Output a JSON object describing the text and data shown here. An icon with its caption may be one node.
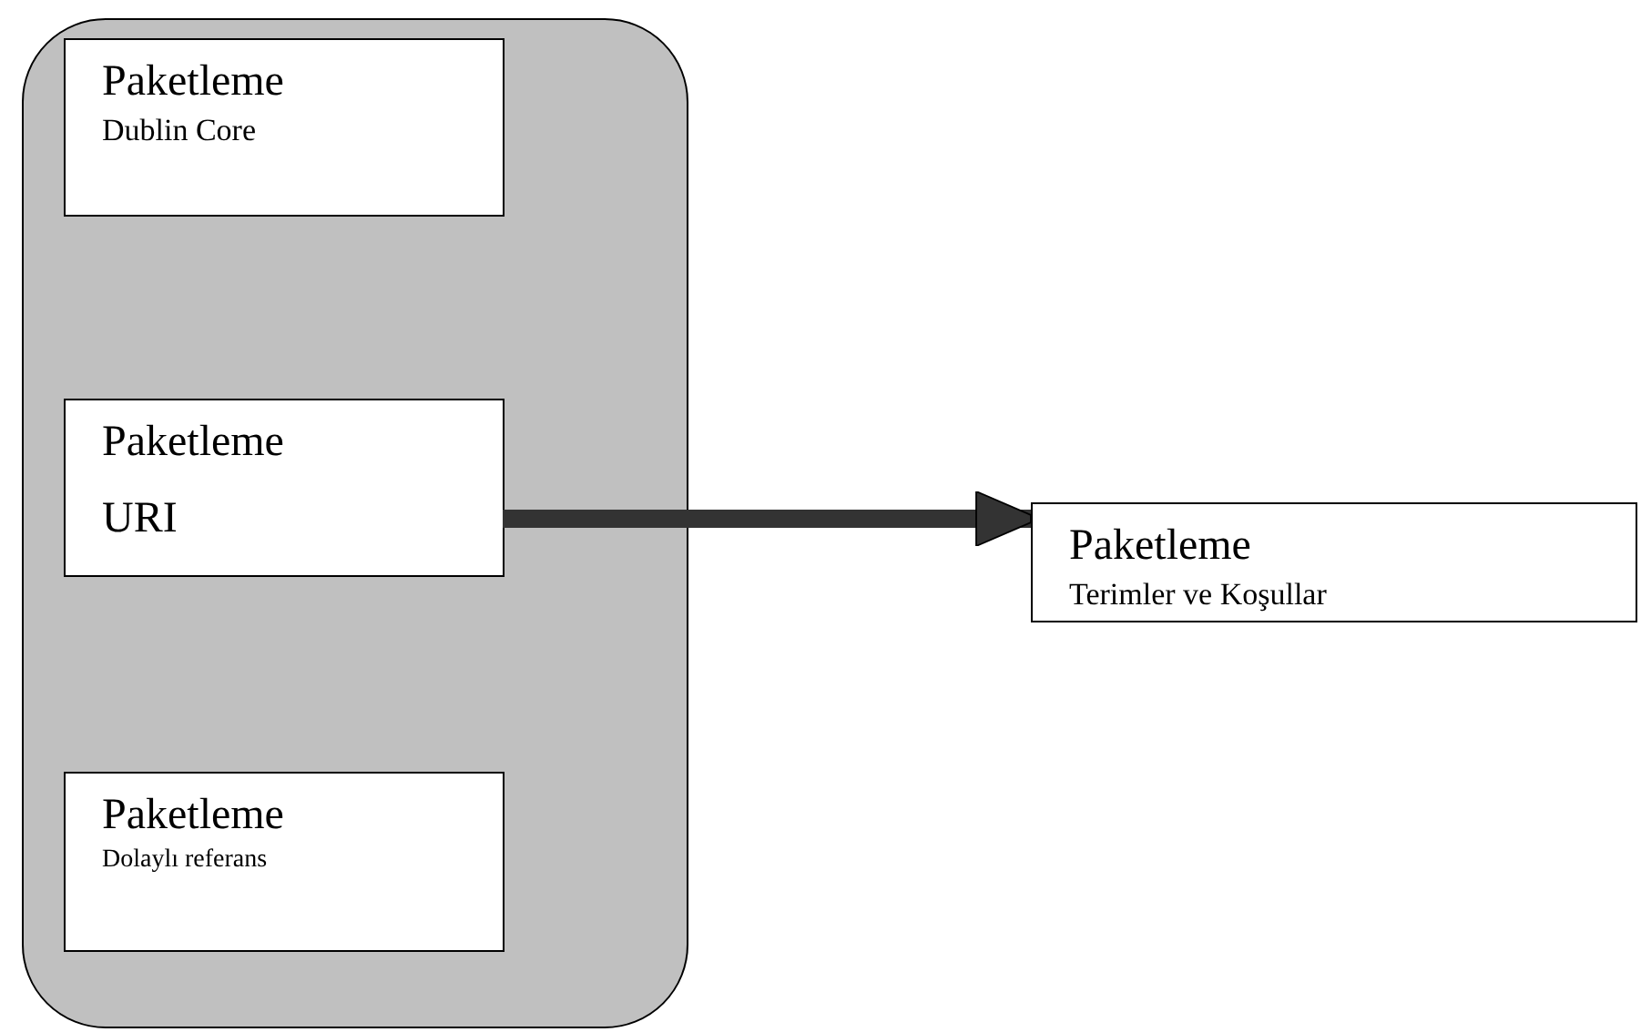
{
  "diagram": {
    "nodes": [
      {
        "text": [],
        "shape": "box"
      },
      {
        "text": [
          "Paketleme",
          "Dublin Core"
        ],
        "in": 0
      },
      {
        "text": [
          "Paketleme",
          "URI"
        ],
        "in": 0
      },
      {
        "text": [
          "Paketleme",
          "Dolaylı referans"
        ],
        "in": 0
      },
      {
        "text": [
          "Paketleme",
          "Terimler ve Koşullar"
        ]
      }
    ],
    "edges": [
      {
        "from": 2,
        "to": 4,
        "arrow": "to"
      }
    ]
  }
}
